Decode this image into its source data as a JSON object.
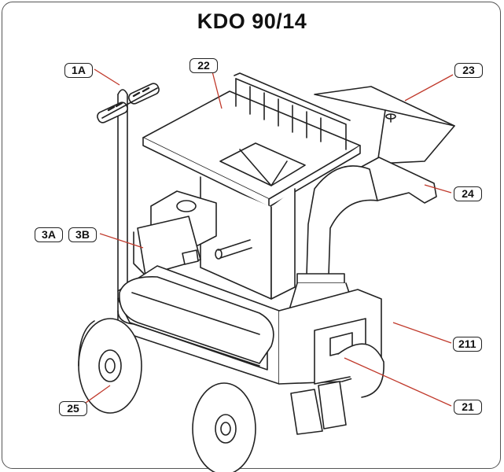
{
  "title": "KDO 90/14",
  "callouts": {
    "c1A": "1A",
    "c22": "22",
    "c23": "23",
    "c3A": "3A",
    "c3B": "3B",
    "c24": "24",
    "c211": "211",
    "c21": "21",
    "c25": "25"
  },
  "colors": {
    "leader_line": "#c0392b",
    "outline": "#222222",
    "frame": "#555555"
  }
}
